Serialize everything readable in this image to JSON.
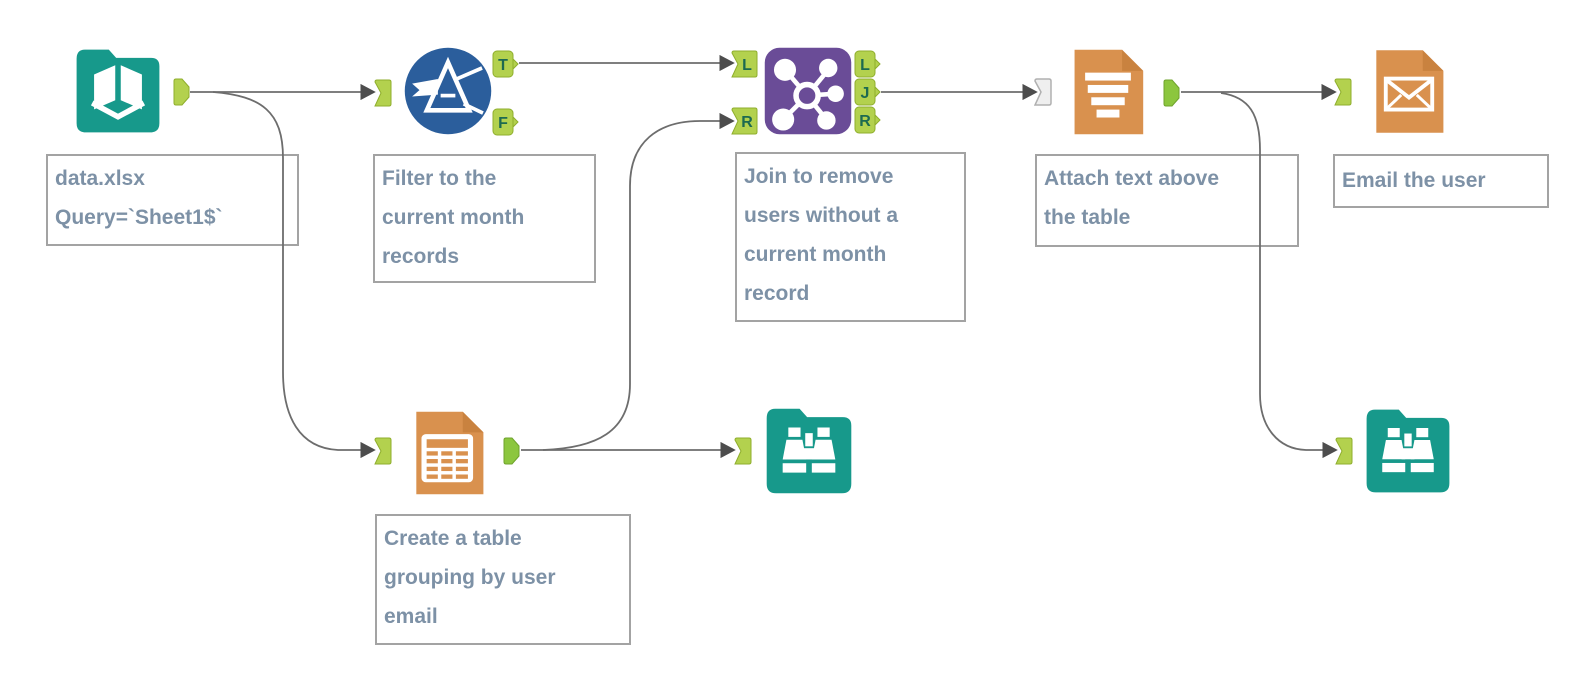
{
  "workflow": {
    "tools": [
      {
        "id": "input-data",
        "icon": "open-book-icon",
        "annotation": "data.xlsx\nQuery=`Sheet1$`"
      },
      {
        "id": "filter",
        "icon": "filter-funnel-icon",
        "annotation": "Filter to the\ncurrent month\nrecords",
        "anchors": {
          "out_true": "T",
          "out_false": "F"
        }
      },
      {
        "id": "join",
        "icon": "network-join-icon",
        "annotation": "Join to remove\nusers without a\ncurrent month\nrecord",
        "anchors": {
          "in_left": "L",
          "in_right": "R",
          "out_left": "L",
          "out_join": "J",
          "out_right": "R"
        }
      },
      {
        "id": "report-text",
        "icon": "text-document-icon",
        "annotation": "Attach text above\nthe table"
      },
      {
        "id": "email",
        "icon": "envelope-icon",
        "annotation": "Email the user"
      },
      {
        "id": "table",
        "icon": "table-document-icon",
        "annotation": "Create a table\ngrouping by user\nemail"
      },
      {
        "id": "browse-1",
        "icon": "binoculars-icon"
      },
      {
        "id": "browse-2",
        "icon": "binoculars-icon"
      }
    ],
    "colors": {
      "teal": "#17998b",
      "blue": "#2b5e9c",
      "purple": "#6a4c97",
      "orange": "#d9914e",
      "orange_fold": "#c9823f",
      "anchor_green": "#b3d14e",
      "anchor_green_border": "#8fae2c",
      "anchor_letter": "#1d6a50",
      "anchor_gray": "#efefef",
      "wire": "#6d6d6d",
      "annotation_text": "#7d91a6",
      "annotation_border": "#a3a3a3",
      "canvas_background": "#ffffff"
    }
  }
}
